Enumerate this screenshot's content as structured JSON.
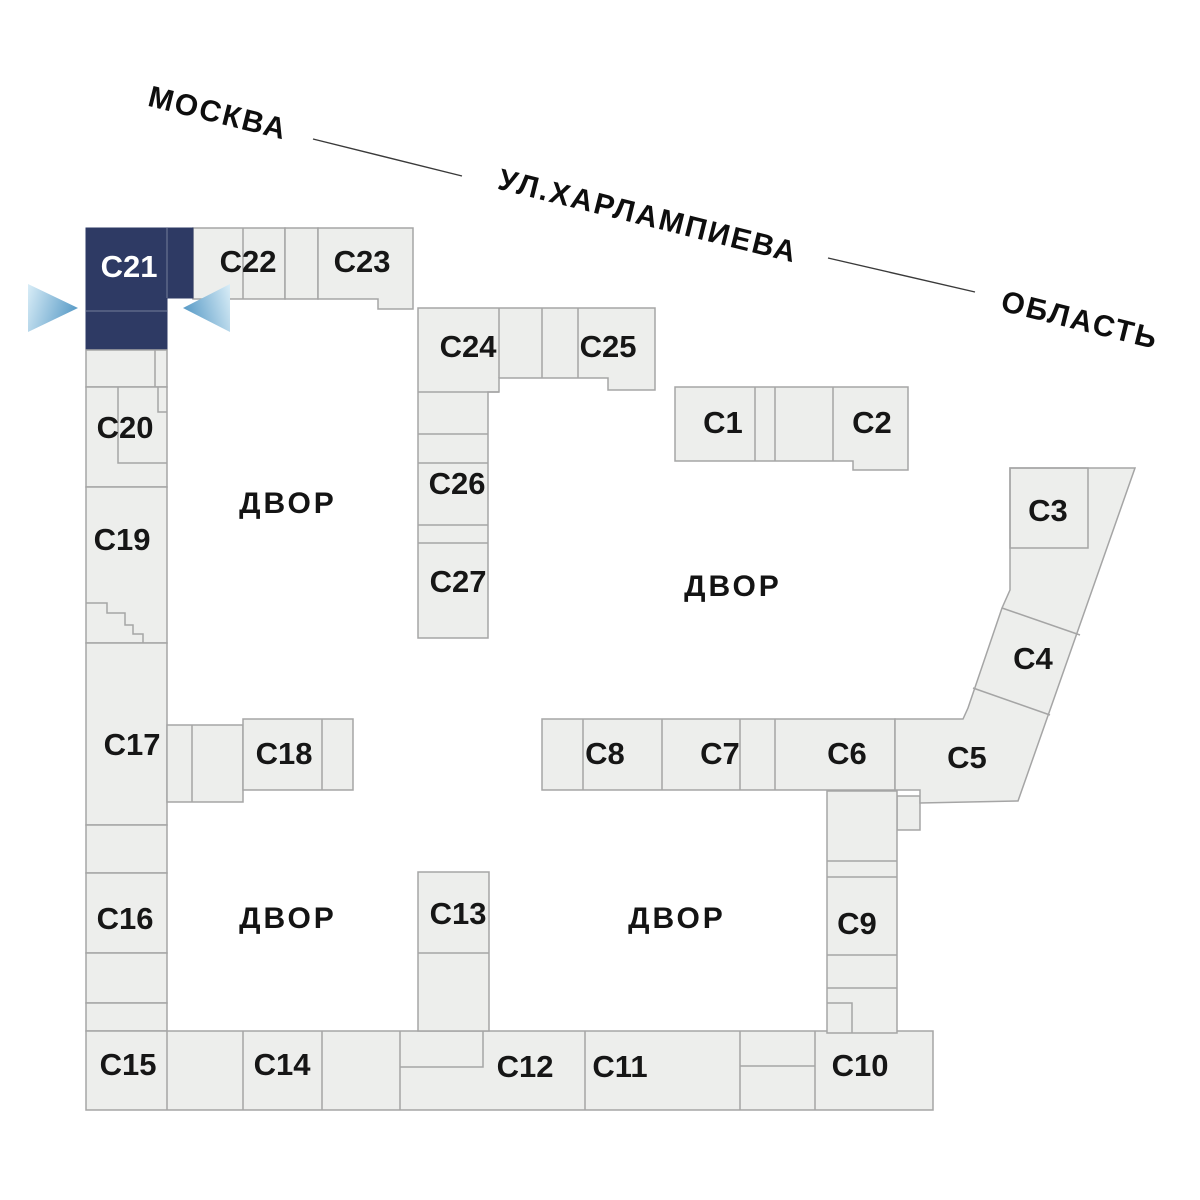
{
  "streets": {
    "moscow": "МОСКВА",
    "kharlampieva": "УЛ.ХАРЛАМПИЕВА",
    "oblast": "ОБЛАСТЬ"
  },
  "courtyards": {
    "label": "ДВОР"
  },
  "highlighted_building": "С21",
  "buildings": {
    "c1": {
      "label": "С1"
    },
    "c2": {
      "label": "С2"
    },
    "c3": {
      "label": "С3"
    },
    "c4": {
      "label": "С4"
    },
    "c5": {
      "label": "С5"
    },
    "c6": {
      "label": "С6"
    },
    "c7": {
      "label": "С7"
    },
    "c8": {
      "label": "С8"
    },
    "c9": {
      "label": "С9"
    },
    "c10": {
      "label": "С10"
    },
    "c11": {
      "label": "С11"
    },
    "c12": {
      "label": "С12"
    },
    "c13": {
      "label": "С13"
    },
    "c14": {
      "label": "С14"
    },
    "c15": {
      "label": "С15"
    },
    "c16": {
      "label": "С16"
    },
    "c17": {
      "label": "С17"
    },
    "c18": {
      "label": "С18"
    },
    "c19": {
      "label": "С19"
    },
    "c20": {
      "label": "С20"
    },
    "c21": {
      "label": "С21"
    },
    "c22": {
      "label": "С22"
    },
    "c23": {
      "label": "С23"
    },
    "c24": {
      "label": "С24"
    },
    "c25": {
      "label": "С25"
    },
    "c26": {
      "label": "С26"
    },
    "c27": {
      "label": "С27"
    }
  },
  "colors": {
    "highlight": "#2e3a64",
    "highlight_text": "#ffffff",
    "building_fill": "#edeeec",
    "building_stroke": "#a5a5a5",
    "label_text": "#161616",
    "arrow_tip": "#5f9fc9",
    "arrow_base": "#d9edf7"
  },
  "icons": {
    "entrance_arrow": "entrance-arrow-icon"
  }
}
